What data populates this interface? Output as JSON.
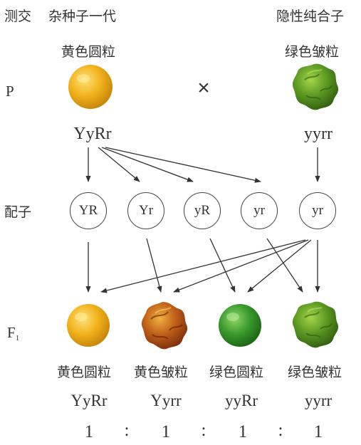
{
  "header": {
    "testcross": "测交",
    "hybrid": "杂种子一代",
    "recessive_pure": "隐性纯合子"
  },
  "parents": {
    "left_phenotype": "黄色圆粒",
    "right_phenotype": "绿色皱粒",
    "left_genotype": "YyRr",
    "right_genotype": "yyrr",
    "cross_symbol": "×"
  },
  "rows": {
    "p_label": "P",
    "gamete_label": "配子",
    "f1_label": "F",
    "f1_subscript": "1"
  },
  "gametes": [
    "YR",
    "Yr",
    "yR",
    "yr",
    "yr"
  ],
  "offspring": [
    {
      "phenotype": "黄色圆粒",
      "genotype": "YyRr",
      "ratio": "1"
    },
    {
      "phenotype": "黄色皱粒",
      "genotype": "Yyrr",
      "ratio": "1"
    },
    {
      "phenotype": "绿色圆粒",
      "genotype": "yyRr",
      "ratio": "1"
    },
    {
      "phenotype": "绿色皱粒",
      "genotype": "yyrr",
      "ratio": "1"
    }
  ],
  "ratio_separator": ":",
  "colors": {
    "yellow_seed": "#f2b21c",
    "wrinkled_yellow_seed": "#b8501a",
    "green_seed": "#3a9a2c",
    "wrinkled_green_seed": "#4a8a1e",
    "line": "#333333"
  }
}
